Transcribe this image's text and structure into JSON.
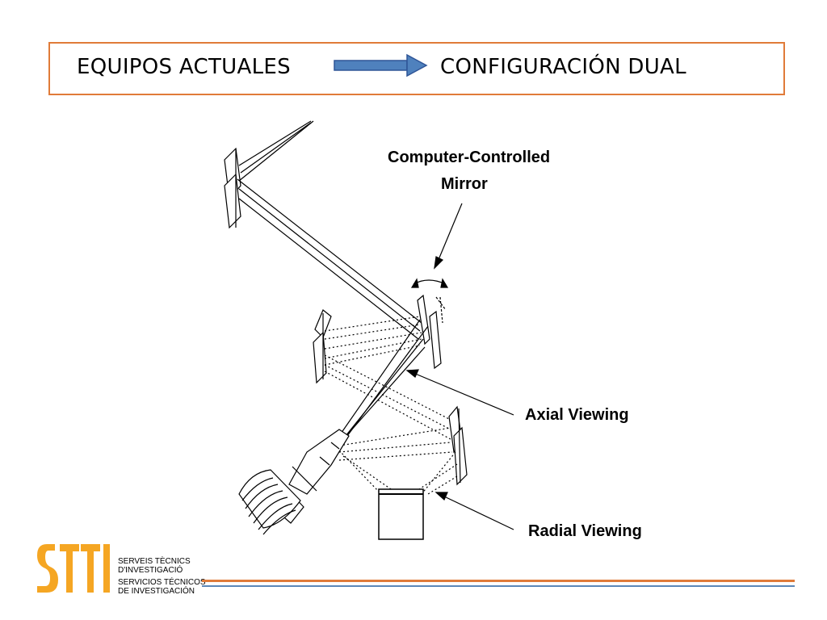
{
  "header": {
    "left_text": "EQUIPOS ACTUALES",
    "right_text": "CONFIGURACIÓN DUAL",
    "border_color": "#e07b39",
    "arrow_color": "#4f81bd"
  },
  "diagram": {
    "label_mirror_line1": "Computer-Controlled",
    "label_mirror_line2": "Mirror",
    "label_axial": "Axial Viewing",
    "label_radial": "Radial Viewing"
  },
  "footer": {
    "logo_letters": "STTI",
    "org_catalan_line1": "SERVEIS TÈCNICS",
    "org_catalan_line2": "D'INVESTIGACIÓ",
    "org_spanish_line1": "SERVICIOS TÉCNICOS",
    "org_spanish_line2": "DE INVESTIGACIÓN",
    "logo_color": "#f5a623",
    "rule_colors": [
      "#e07b39",
      "#5b87b8"
    ]
  }
}
